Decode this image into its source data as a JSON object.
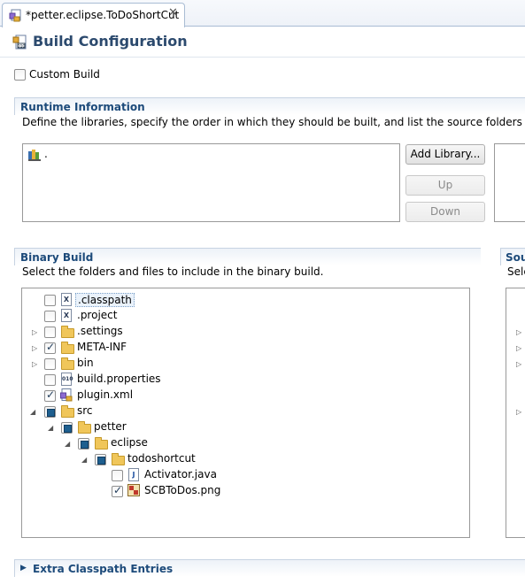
{
  "editor_tab": {
    "title": "*petter.eclipse.ToDoShortCut",
    "close_glyph": "✕"
  },
  "header": {
    "title": "Build Configuration"
  },
  "custom_build": {
    "label": "Custom Build",
    "checked": false
  },
  "runtime": {
    "title": "Runtime Information",
    "description": "Define the libraries, specify the order in which they should be built, and list the source folders that should be",
    "library_item": ".",
    "buttons": {
      "add_library": "Add Library...",
      "up": "Up",
      "down": "Down"
    }
  },
  "binary_build": {
    "title": "Binary Build",
    "description": "Select the folders and files to include in the binary build.",
    "tree": [
      {
        "label": ".classpath",
        "level": 0,
        "twisty": "",
        "check": "unchecked",
        "icon": "x-file-icon",
        "selected": true
      },
      {
        "label": ".project",
        "level": 0,
        "twisty": "",
        "check": "unchecked",
        "icon": "x-file-icon"
      },
      {
        "label": ".settings",
        "level": 0,
        "twisty": "collapsed",
        "check": "unchecked",
        "icon": "folder-icon"
      },
      {
        "label": "META-INF",
        "level": 0,
        "twisty": "collapsed",
        "check": "checked",
        "icon": "folder-icon"
      },
      {
        "label": "bin",
        "level": 0,
        "twisty": "collapsed",
        "check": "unchecked",
        "icon": "folder-icon"
      },
      {
        "label": "build.properties",
        "level": 0,
        "twisty": "",
        "check": "unchecked",
        "icon": "properties-file-icon"
      },
      {
        "label": "plugin.xml",
        "level": 0,
        "twisty": "",
        "check": "checked",
        "icon": "plugin-xml-icon"
      },
      {
        "label": "src",
        "level": 0,
        "twisty": "expanded",
        "check": "partial",
        "icon": "open-folder-icon"
      },
      {
        "label": "petter",
        "level": 1,
        "twisty": "expanded",
        "check": "partial",
        "icon": "open-folder-icon"
      },
      {
        "label": "eclipse",
        "level": 2,
        "twisty": "expanded",
        "check": "partial",
        "icon": "open-folder-icon"
      },
      {
        "label": "todoshortcut",
        "level": 3,
        "twisty": "expanded",
        "check": "partial",
        "icon": "open-folder-icon"
      },
      {
        "label": "Activator.java",
        "level": 4,
        "twisty": "",
        "check": "unchecked",
        "icon": "java-file-icon"
      },
      {
        "label": "SCBToDos.png",
        "level": 4,
        "twisty": "",
        "check": "checked",
        "icon": "image-file-icon"
      }
    ]
  },
  "source_build": {
    "title_partial": "Sour",
    "description_partial": "Sele"
  },
  "extra_classpath": {
    "title": "Extra Classpath Entries"
  },
  "colors": {
    "section_title": "#1c4a7a",
    "page_title": "#2c4a6e",
    "border": "#999999"
  }
}
